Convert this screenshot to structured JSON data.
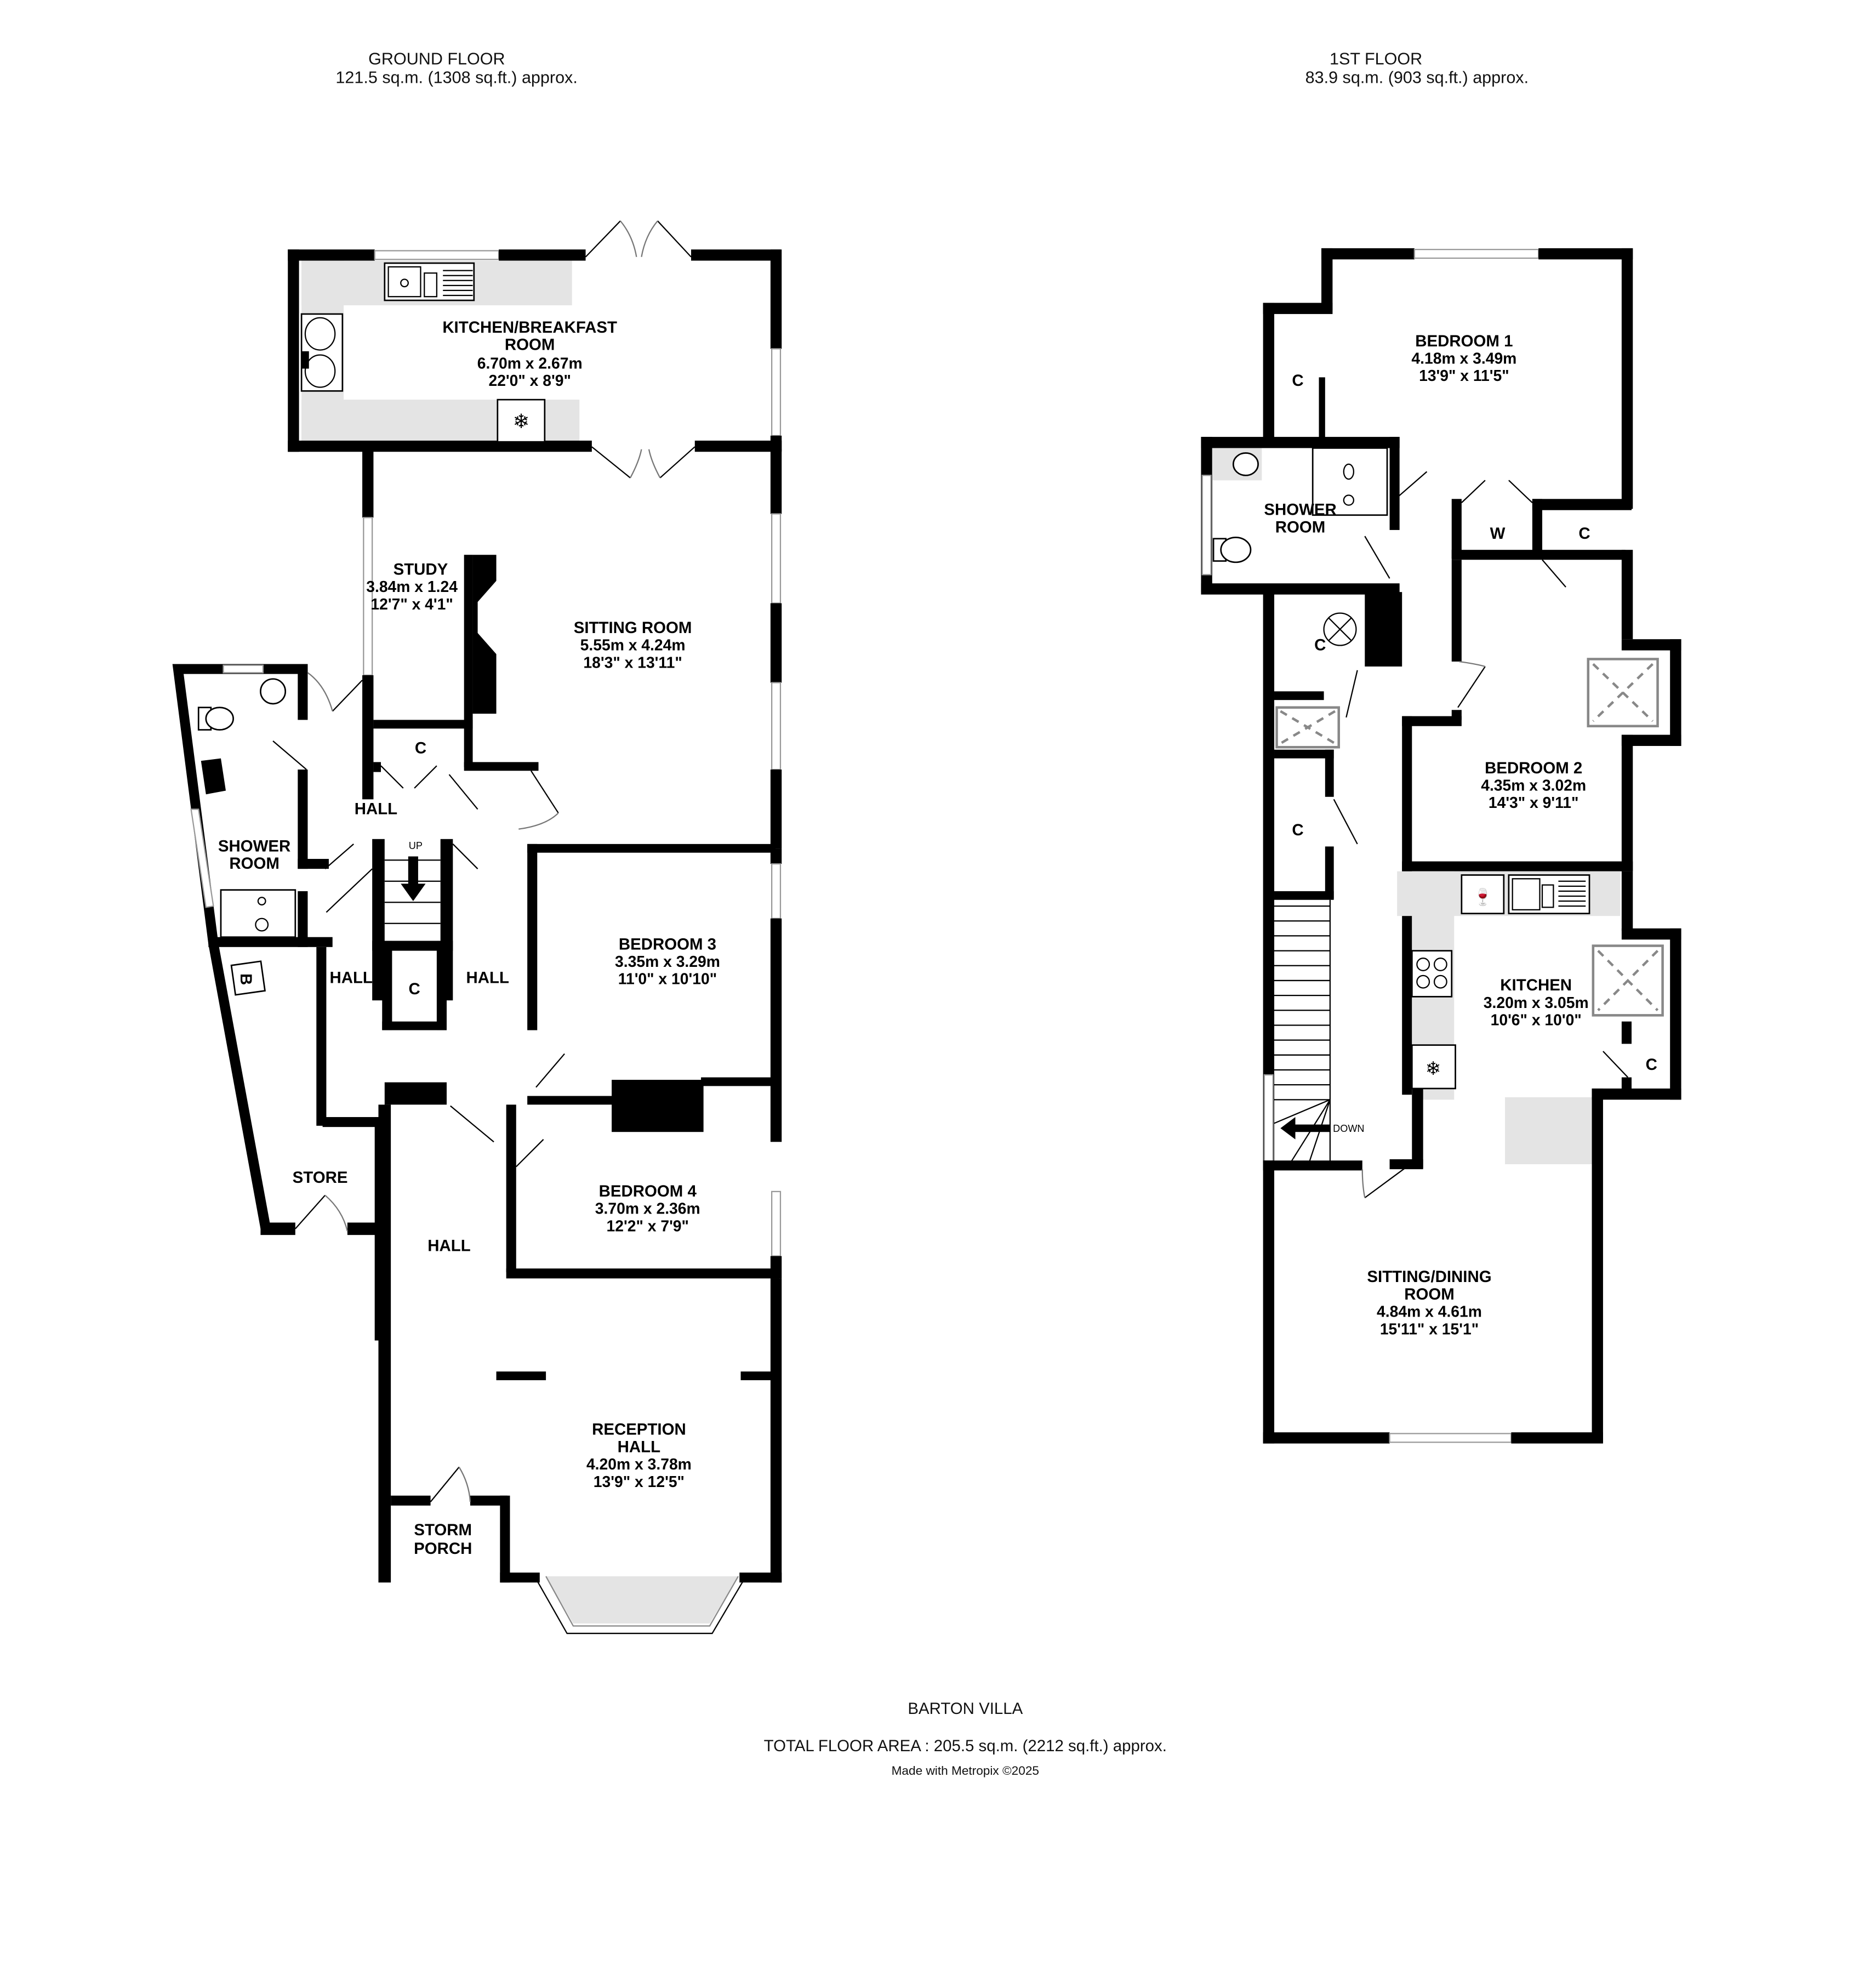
{
  "property_name": "BARTON VILLA",
  "total_floor_area": "TOTAL FLOOR AREA : 205.5 sq.m. (2212 sq.ft.) approx.",
  "credit": "Made with Metropix ©2025",
  "ground_floor": {
    "title": "GROUND FLOOR",
    "area": "121.5 sq.m. (1308 sq.ft.) approx.",
    "stair_label": "UP",
    "rooms": {
      "kitchen_breakfast": {
        "name1": "KITCHEN/BREAKFAST",
        "name2": "ROOM",
        "metric": "6.70m  x 2.67m",
        "imperial": "22'0\"  x 8'9\""
      },
      "study": {
        "name": "STUDY",
        "metric": "3.84m  x 1.24",
        "imperial": "12'7\"  x 4'1\""
      },
      "sitting_room": {
        "name": "SITTING ROOM",
        "metric": "5.55m  x 4.24m",
        "imperial": "18'3\"  x 13'11\""
      },
      "shower_room": {
        "name1": "SHOWER",
        "name2": "ROOM"
      },
      "hall_upper": {
        "name": "HALL"
      },
      "hall_left": {
        "name": "HALL"
      },
      "hall_mid": {
        "name": "HALL"
      },
      "hall_lower": {
        "name": "HALL"
      },
      "cupboard_1": {
        "name": "C"
      },
      "cupboard_2": {
        "name": "C"
      },
      "boiler": {
        "name": "B"
      },
      "store": {
        "name": "STORE"
      },
      "bedroom_3": {
        "name": "BEDROOM 3",
        "metric": "3.35m  x 3.29m",
        "imperial": "11'0\"  x 10'10\""
      },
      "bedroom_4": {
        "name": "BEDROOM 4",
        "metric": "3.70m  x 2.36m",
        "imperial": "12'2\"  x 7'9\""
      },
      "reception_hall": {
        "name1": "RECEPTION",
        "name2": "HALL",
        "metric": "4.20m  x 3.78m",
        "imperial": "13'9\"  x 12'5\""
      },
      "storm_porch": {
        "name1": "STORM",
        "name2": "PORCH"
      }
    }
  },
  "first_floor": {
    "title": "1ST FLOOR",
    "area": "83.9 sq.m. (903 sq.ft.) approx.",
    "stair_label": "DOWN",
    "rooms": {
      "bedroom_1": {
        "name": "BEDROOM 1",
        "metric": "4.18m  x 3.49m",
        "imperial": "13'9\"  x 11'5\""
      },
      "cupboard_bed1": {
        "name": "C"
      },
      "shower_room": {
        "name1": "SHOWER",
        "name2": "ROOM"
      },
      "wardrobe": {
        "name": "W"
      },
      "cupboard_landing_top": {
        "name": "C"
      },
      "cupboard_boiler": {
        "name": "C"
      },
      "cupboard_landing": {
        "name": "C"
      },
      "bedroom_2": {
        "name": "BEDROOM 2",
        "metric": "4.35m  x 3.02m",
        "imperial": "14'3\"  x 9'11\""
      },
      "kitchen": {
        "name": "KITCHEN",
        "metric": "3.20m  x 3.05m",
        "imperial": "10'6\"  x 10'0\""
      },
      "cupboard_kitchen": {
        "name": "C"
      },
      "sitting_dining": {
        "name1": "SITTING/DINING",
        "name2": "ROOM",
        "metric": "4.84m  x 4.61m",
        "imperial": "15'11\"  x 15'1\""
      }
    }
  }
}
